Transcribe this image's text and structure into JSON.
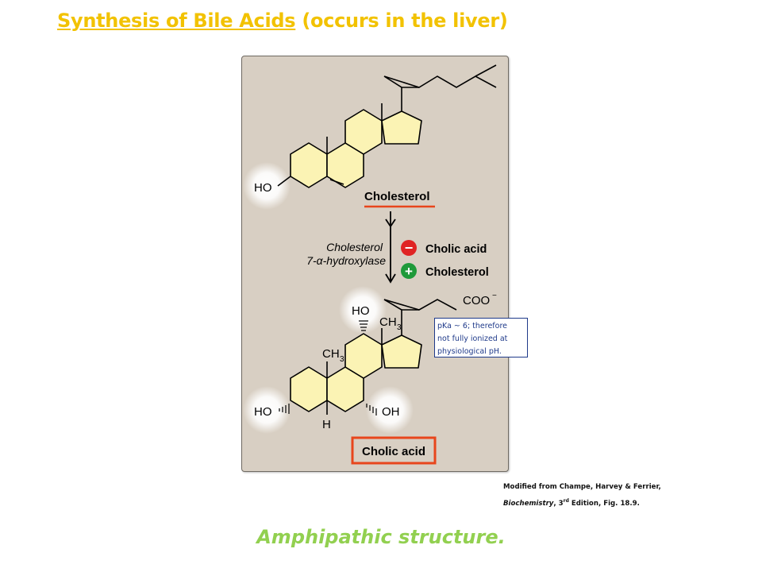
{
  "title": {
    "main": "Synthesis of Bile Acids",
    "suffix": " (occurs in the liver)"
  },
  "diagram": {
    "reactant_label": "Cholesterol",
    "enzyme_line1": "Cholesterol",
    "enzyme_line2": "7-α-hydroxylase",
    "inhibitor_label": "Cholic acid",
    "activator_label": "Cholesterol",
    "minus_sign": "−",
    "plus_sign": "+",
    "product_label": "Cholic acid",
    "groups": {
      "ho": "HO",
      "oh": "OH",
      "h": "H",
      "ch3": "CH",
      "sub3": "3",
      "coo": "COO",
      "charge": "−"
    }
  },
  "pka_note": {
    "line1": "pKa ~ 6; therefore",
    "line2": "not fully ionized at",
    "line3": "physiological  pH."
  },
  "credit": {
    "line1": "Modified from Champe, Harvey & Ferrier,",
    "line2_italic": "Biochemistry",
    "line2_a": ", 3",
    "line2_sup": "rd",
    "line2_b": " Edition, Fig. 18.9."
  },
  "subtitle": "Amphipathic structure.",
  "colors": {
    "title": "#f2c200",
    "subtitle": "#92d050",
    "panel": "#d8cfc3",
    "ring_fill": "#fbf3b4",
    "highlight": "#e8461c",
    "inhibit": "#e02424",
    "activate": "#1f9a3a",
    "note": "#1f3a8a"
  }
}
